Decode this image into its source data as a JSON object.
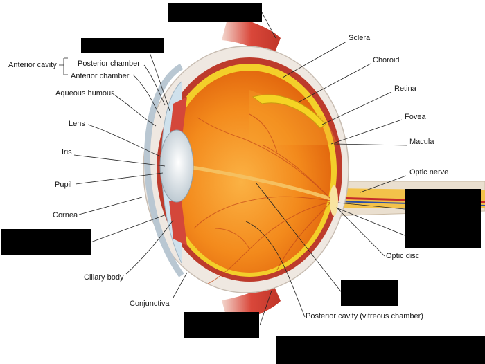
{
  "labels": {
    "anterior_cavity": "Anterior cavity",
    "posterior_chamber": "Posterior chamber",
    "anterior_chamber": "Anterior chamber",
    "aqueous_humour": "Aqueous humour",
    "lens": "Lens",
    "iris": "Iris",
    "pupil": "Pupil",
    "cornea": "Cornea",
    "ciliary_body": "Ciliary body",
    "conjunctiva": "Conjunctiva",
    "sclera": "Sclera",
    "choroid": "Choroid",
    "retina": "Retina",
    "fovea": "Fovea",
    "macula": "Macula",
    "optic_nerve": "Optic nerve",
    "optic_disc": "Optic disc",
    "posterior_cavity": "Posterior cavity (vitreous chamber)"
  },
  "colors": {
    "sclera": "#f2ece6",
    "vitreous": "#f07a10",
    "vitreous_light": "#f8a93a",
    "muscle": "#d94a3a",
    "retina": "#f5d21e",
    "choroid": "#b8322a",
    "lens": "#e8eef2",
    "redaction": "#000000",
    "leader": "#222222"
  }
}
